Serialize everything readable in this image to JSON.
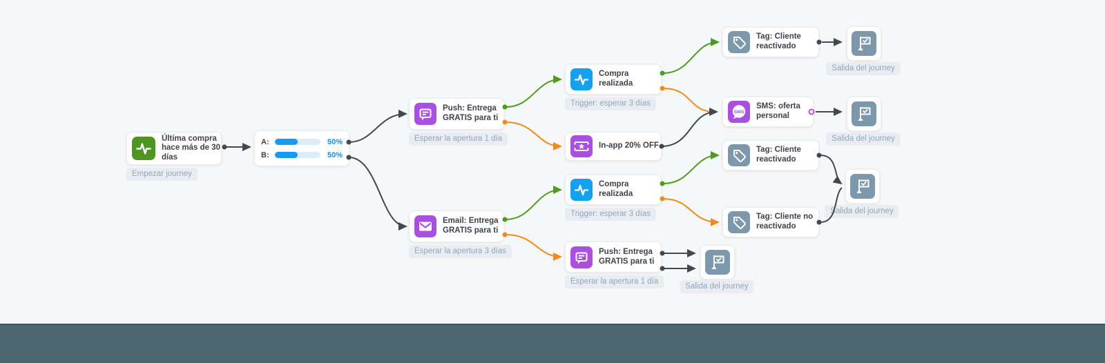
{
  "colors": {
    "edge_dark": "#42484f",
    "edge_green": "#4c9c20",
    "edge_orange": "#f28a1c",
    "node_green": "#4f9522",
    "node_blue": "#14a2f0",
    "node_purple": "#aa4fe0",
    "node_slate": "#7d98ad",
    "progress_blue": "#1899f2",
    "badge_bg": "#e9edf2",
    "badge_text": "#90a6bc",
    "footer": "#4d6770"
  },
  "icons": {
    "sms_text": "SMS"
  },
  "journey": {
    "start": {
      "title": "Última compra hace más de 30 días",
      "badge": "Empezar journey"
    },
    "ab_split": {
      "rows": [
        {
          "label": "A:",
          "pct": "50%"
        },
        {
          "label": "B:",
          "pct": "50%"
        }
      ]
    },
    "push1": {
      "title": "Push: Entrega GRATIS para ti",
      "badge": "Esperar la apertura 1 día"
    },
    "email": {
      "title": "Email: Entrega GRATIS para ti",
      "badge": "Esperar la apertura 3 días"
    },
    "compra1": {
      "title": "Compra realizada",
      "badge": "Trigger: esperar 3 días"
    },
    "inapp": {
      "title": "In-app 20% OFF"
    },
    "compra2": {
      "title": "Compra realizada",
      "badge": "Trigger: esperar 3 días"
    },
    "push2": {
      "title": "Push: Entrega GRATIS para ti",
      "badge": "Esperar la apertura 1 día"
    },
    "tag1": {
      "title": "Tag: Cliente reactivado"
    },
    "sms": {
      "title": "SMS: oferta personal"
    },
    "tag2": {
      "title": "Tag: Cliente reactivado"
    },
    "tag3": {
      "title": "Tag: Cliente no reactivado"
    },
    "exits": [
      {
        "label": "Salida del journey"
      },
      {
        "label": "Salida del journey"
      },
      {
        "label": "Salida del journey"
      },
      {
        "label": "Salida del journey"
      }
    ]
  }
}
